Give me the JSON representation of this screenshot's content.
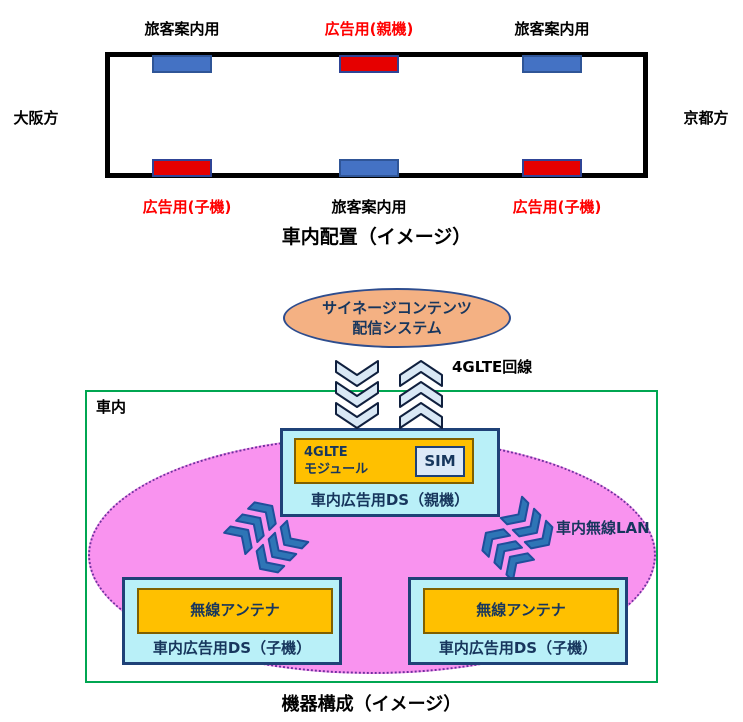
{
  "colors": {
    "screen_blue": "#4472C4",
    "screen_blue_border": "#2F5597",
    "screen_red": "#E60000",
    "screen_red_border": "#2F4496",
    "red_label": "#FF0000",
    "train_border": "#000000",
    "cloud_fill": "#F4B183",
    "cloud_border": "#2E4D8E",
    "cyan_fill": "#B9F0F8",
    "cyan_border": "#1F4177",
    "orange_fill": "#FFC000",
    "orange_border": "#806000",
    "sim_fill": "#DCE9F8",
    "navy_text": "#17365D",
    "green_border": "#00A651",
    "pink_fill": "#F993EF",
    "pink_border": "#7030A0",
    "chevron_light": "#D9E8F5",
    "chevron_outline": "#10203E",
    "wlan_dark": "#1F4E9B",
    "wlan_mid": "#2E75B6"
  },
  "train": {
    "caption": "車内配置（イメージ）",
    "left_end": "大阪方",
    "right_end": "京都方",
    "top_screens": [
      {
        "label": "旅客案内用",
        "kind": "passenger-info"
      },
      {
        "label": "広告用(親機)",
        "kind": "ad-parent"
      },
      {
        "label": "旅客案内用",
        "kind": "passenger-info"
      }
    ],
    "bottom_screens": [
      {
        "label": "広告用(子機)",
        "kind": "ad-child"
      },
      {
        "label": "旅客案内用",
        "kind": "passenger-info"
      },
      {
        "label": "広告用(子機)",
        "kind": "ad-child"
      }
    ]
  },
  "equipment": {
    "caption": "機器構成（イメージ）",
    "cloud_line1": "サイネージコンテンツ",
    "cloud_line2": "配信システム",
    "link_label": "4GLTE回線",
    "car_label": "車内",
    "wlan_label": "車内無線LAN",
    "parent_ds": {
      "module_line1": "4GLTE",
      "module_line2": "モジュール",
      "sim_label": "SIM",
      "label": "車内広告用DS（親機）"
    },
    "child_left": {
      "antenna_label": "無線アンテナ",
      "label": "車内広告用DS（子機）"
    },
    "child_right": {
      "antenna_label": "無線アンテナ",
      "label": "車内広告用DS（子機）"
    }
  }
}
